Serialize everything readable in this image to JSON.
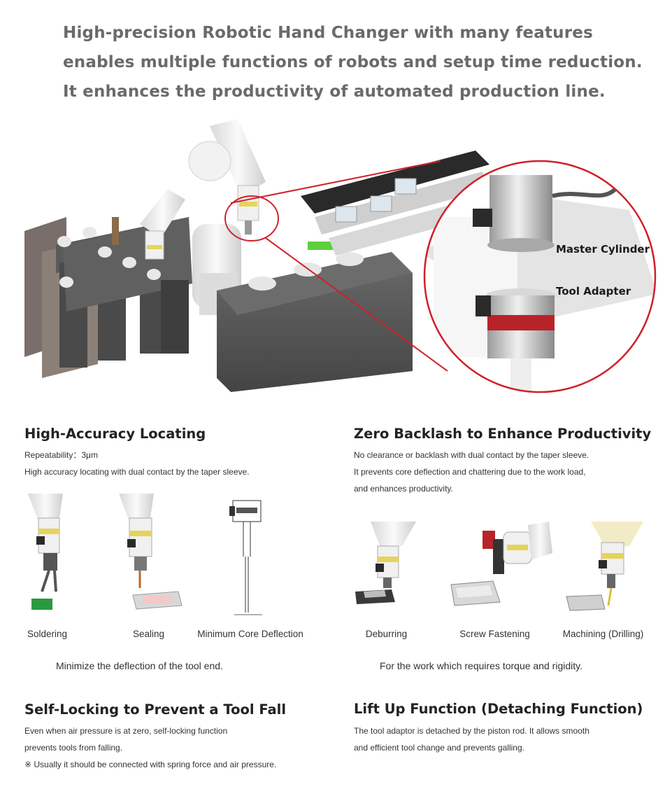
{
  "headline": {
    "line1": "High-precision Robotic Hand Changer with many features",
    "line2": "enables multiple functions of robots and setup time reduction.",
    "line3": "It enhances the productivity of automated production line."
  },
  "hero": {
    "callouts": {
      "master": "Master Cylinder",
      "tool": "Tool Adapter"
    },
    "colors": {
      "accent_ring": "#d0202a",
      "gray_block": "#555555",
      "robot_white": "#eeeeee"
    }
  },
  "sections": {
    "accuracy": {
      "title": "High-Accuracy Locating",
      "line1": "Repeatability：3μm",
      "line2": "High accuracy locating with dual contact by the taper sleeve.",
      "captions": [
        "Soldering",
        "Sealing",
        "Minimum Core Deflection"
      ],
      "summary": "Minimize the deflection of the tool end."
    },
    "backlash": {
      "title": "Zero Backlash to Enhance Productivity",
      "line1": "No clearance or backlash with dual contact by the taper sleeve.",
      "line2": "It prevents core deflection and chattering due to the work load,",
      "line3": "and enhances productivity.",
      "captions": [
        "Deburring",
        "Screw Fastening",
        "Machining (Drilling)"
      ],
      "summary": "For the work which requires torque and rigidity."
    },
    "selflock": {
      "title": "Self-Locking to Prevent a Tool Fall",
      "line1": "Even when air pressure is at zero, self-locking function",
      "line2": "prevents tools from falling.",
      "line3": "※ Usually it should be connected with spring force and air pressure."
    },
    "liftup": {
      "title": "Lift Up Function (Detaching Function)",
      "line1": "The tool adaptor is detached by the piston rod. It allows smooth",
      "line2": "and efficient tool change and prevents galling."
    }
  }
}
